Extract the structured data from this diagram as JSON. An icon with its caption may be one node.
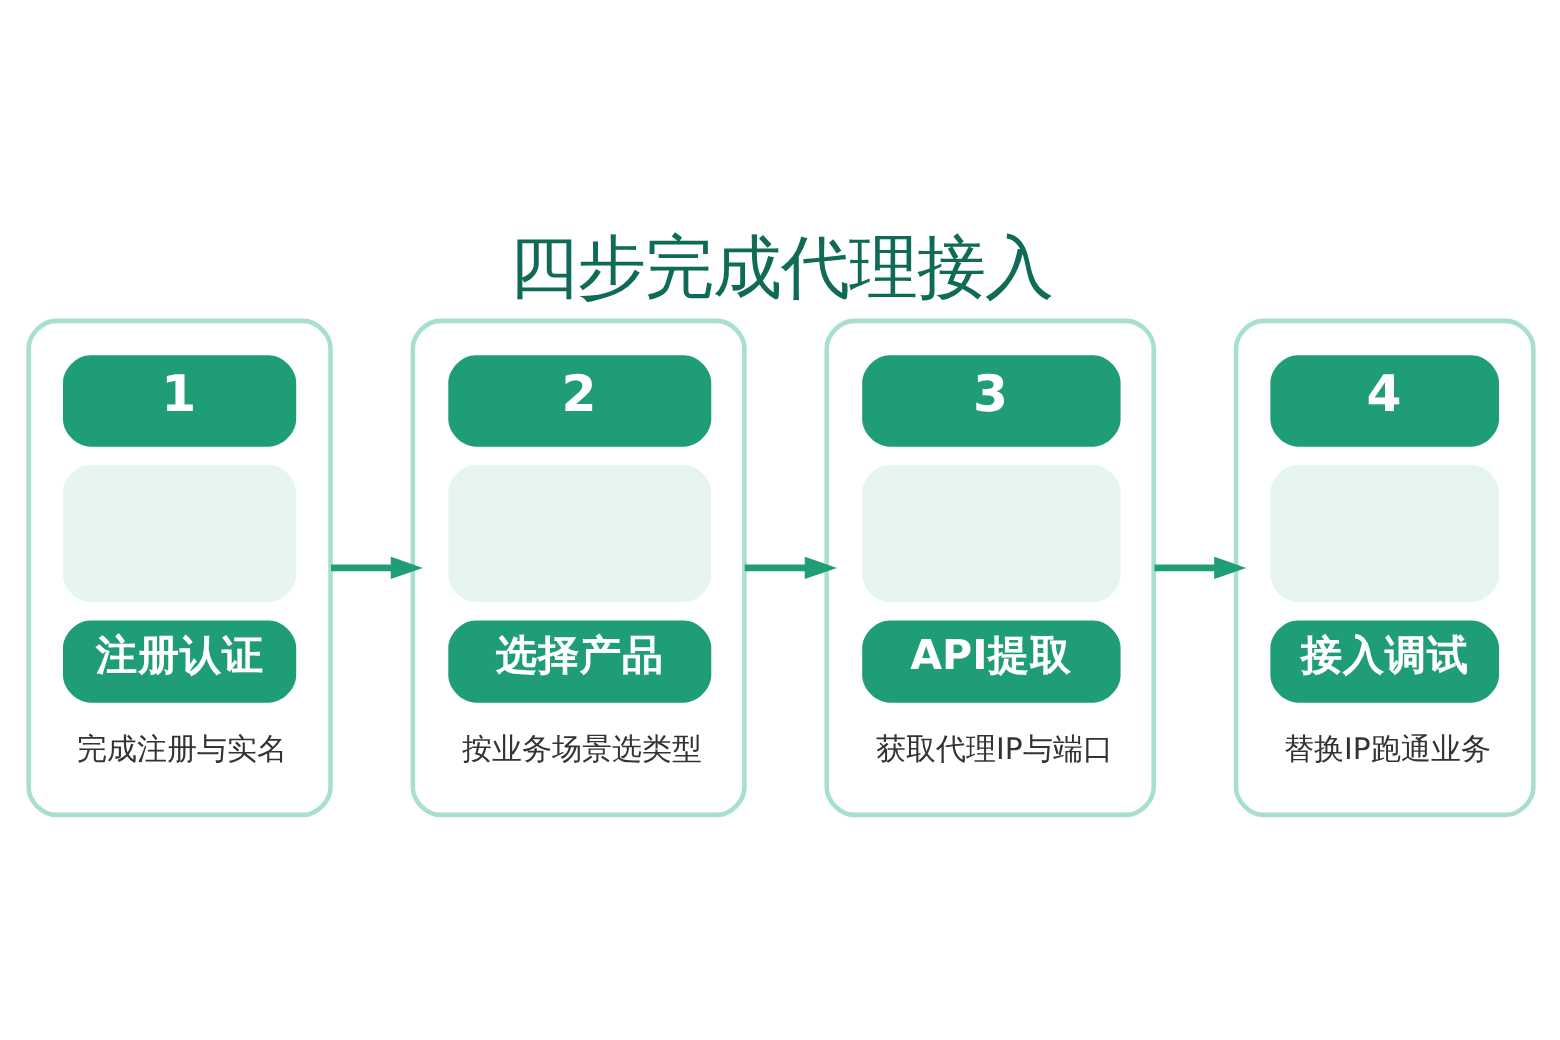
{
  "diagram": {
    "title": "四步完成代理接入",
    "nodes": [
      {
        "text": [
          "1",
          "注册认证",
          "完成注册与实名"
        ]
      },
      {
        "text": [
          "2",
          "选择产品",
          "按业务场景选类型"
        ]
      },
      {
        "text": [
          "3",
          "API提取",
          "获取代理IP与端口"
        ]
      },
      {
        "text": [
          "4",
          "接入调试",
          "替换IP跑通业务"
        ]
      }
    ],
    "edges": [
      {
        "from": 0,
        "to": 1,
        "arrow": "to"
      },
      {
        "from": 1,
        "to": 2,
        "arrow": "to"
      },
      {
        "from": 2,
        "to": 3,
        "arrow": "to"
      }
    ]
  }
}
